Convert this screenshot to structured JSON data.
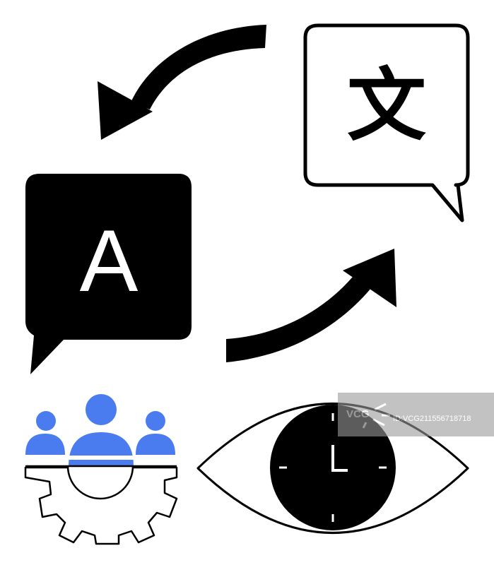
{
  "colors": {
    "ink": "#000000",
    "paper": "#ffffff",
    "accent": "#4a7cf0",
    "watermark_band": "#9a9a9a"
  },
  "translation": {
    "source_bubble": {
      "icon": "speech-bubble-filled",
      "letter": "A"
    },
    "target_bubble": {
      "icon": "speech-bubble-outline",
      "character": "文"
    },
    "arrows": [
      "curved-arrow-left",
      "curved-arrow-right"
    ]
  },
  "team": {
    "icon": "team-gear-icon",
    "member_count": 3
  },
  "vision": {
    "icon": "eye-clock-icon",
    "clock_icon": "clock-icon"
  },
  "watermark": {
    "brand": "VCG",
    "id_text": "ID:VCG211556718718"
  }
}
